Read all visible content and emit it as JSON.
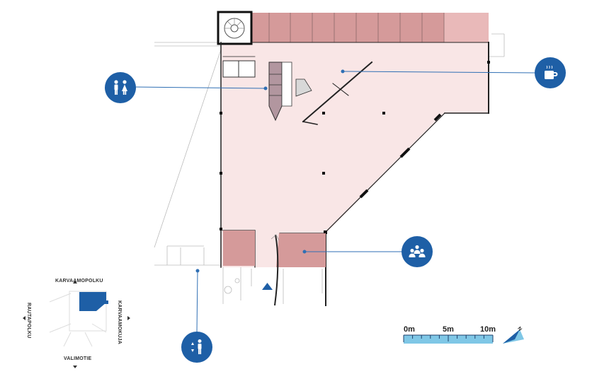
{
  "map": {
    "colors": {
      "floor": "#f9e6e6",
      "room_dark": "#d59a9a",
      "room_light": "#e9b9b9",
      "wc": "#b2969f",
      "pin": "#1e5fa6",
      "leader": "#2f6fb4",
      "scale": "#7fc7e6"
    },
    "markers": [
      {
        "name": "restroom-marker",
        "icon": "restroom-icon"
      },
      {
        "name": "cafe-marker",
        "icon": "coffee-cup-icon"
      },
      {
        "name": "meeting-room-marker",
        "icon": "group-icon"
      },
      {
        "name": "stairs-elevator-marker",
        "icon": "stairs-person-icon"
      }
    ]
  },
  "orientation": {
    "streets": {
      "north": "KARVAAMOPOLKU",
      "east": "KARVAAMOKUJA",
      "west": "RAUTAPOLKU",
      "south": "VALIMOTIE"
    }
  },
  "scale_bar": {
    "labels": [
      "0m",
      "5m",
      "10m"
    ],
    "north_arrow_label": "N"
  }
}
